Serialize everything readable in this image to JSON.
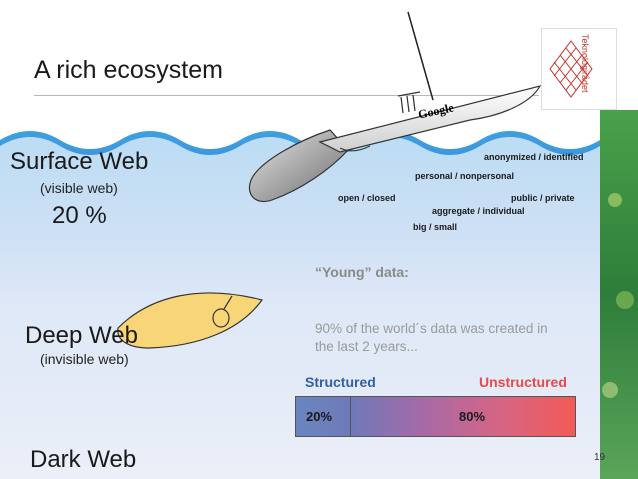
{
  "slide": {
    "title": "A rich ecosystem",
    "page_number": "19"
  },
  "layers": {
    "surface": {
      "name": "Surface Web",
      "sub": "(visible web)",
      "percent": "20 %"
    },
    "deep": {
      "name": "Deep Web",
      "sub": "(invisible web)"
    },
    "dark": {
      "name": "Dark Web"
    }
  },
  "boat": {
    "brand": "Google"
  },
  "tags": {
    "anonymized": "anonymized / identified",
    "personal": "personal / nonpersonal",
    "open": "open / closed",
    "public": "public / private",
    "aggregate": "aggregate / individual",
    "big": "big / small"
  },
  "young": {
    "title": "“Young” data:",
    "text": "90% of the world´s data was created in the last 2 years..."
  },
  "structure": {
    "structured_label": "Structured",
    "unstructured_label": "Unstructured",
    "structured_percent": "20%",
    "unstructured_percent": "80%",
    "structured_fraction": 0.2
  },
  "logo": {
    "text": "Teknologirådet"
  },
  "colors": {
    "water_top": "#3f9fe0",
    "water_bottom": "#0b3da8",
    "structured": "#2f5fa8",
    "unstructured": "#e84a4a",
    "submarine": "#f8d678"
  }
}
